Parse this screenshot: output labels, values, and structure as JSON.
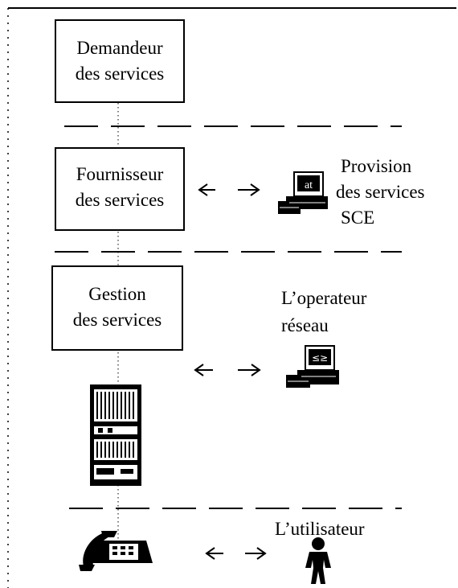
{
  "layers": {
    "requester": {
      "line1": "Demandeur",
      "line2": "des services"
    },
    "provider": {
      "line1": "Fournisseur",
      "line2": "des services"
    },
    "management": {
      "line1": "Gestion",
      "line2": "des services"
    }
  },
  "labels": {
    "provision": {
      "line1": "Provision",
      "line2": "des services",
      "line3": "SCE"
    },
    "operator": {
      "line1": "L’operateur",
      "line2": "réseau"
    },
    "user": "L’utilisateur"
  },
  "icons": {
    "provision_terminal_screen": "at",
    "operator_terminal_screen": "≤≥"
  }
}
